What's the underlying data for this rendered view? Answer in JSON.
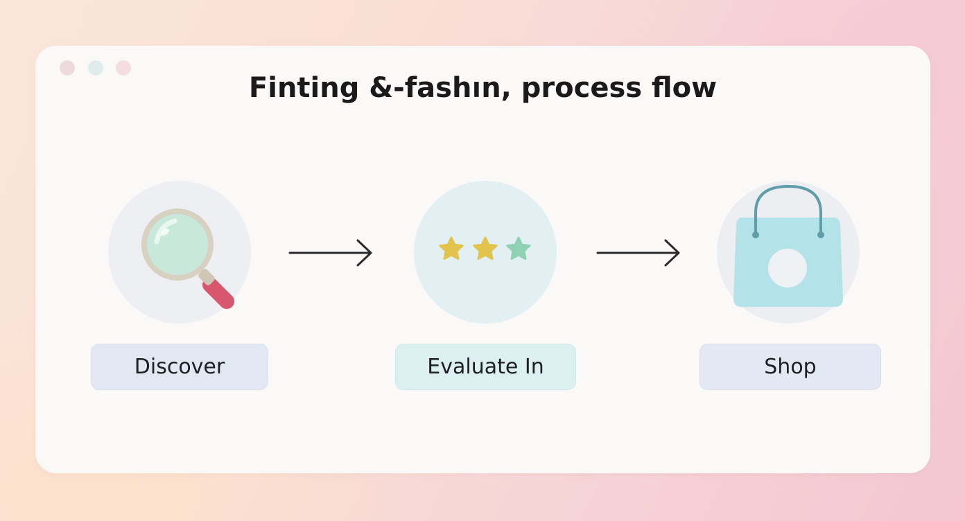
{
  "window": {
    "title": "Finting &-fashוn, process flow"
  },
  "steps": [
    {
      "label": "Discover",
      "icon": "magnifying-glass-icon"
    },
    {
      "label": "Evaluate In",
      "icon": "star-rating-icon",
      "rating": {
        "filled": 2,
        "total": 3
      }
    },
    {
      "label": "Shop",
      "icon": "shopping-bag-icon"
    }
  ],
  "connectors": [
    {
      "icon": "arrow-right-icon"
    },
    {
      "icon": "arrow-right-icon"
    }
  ],
  "colors": {
    "title": "#1b1a1a",
    "arrow": "#2b2b2b",
    "star_filled": "#e2c44c",
    "star_empty": "#8fd1b2",
    "bag": "#b3e3e8",
    "bag_handle": "#5f9ea8",
    "magnifier_handle": "#d9566f"
  }
}
